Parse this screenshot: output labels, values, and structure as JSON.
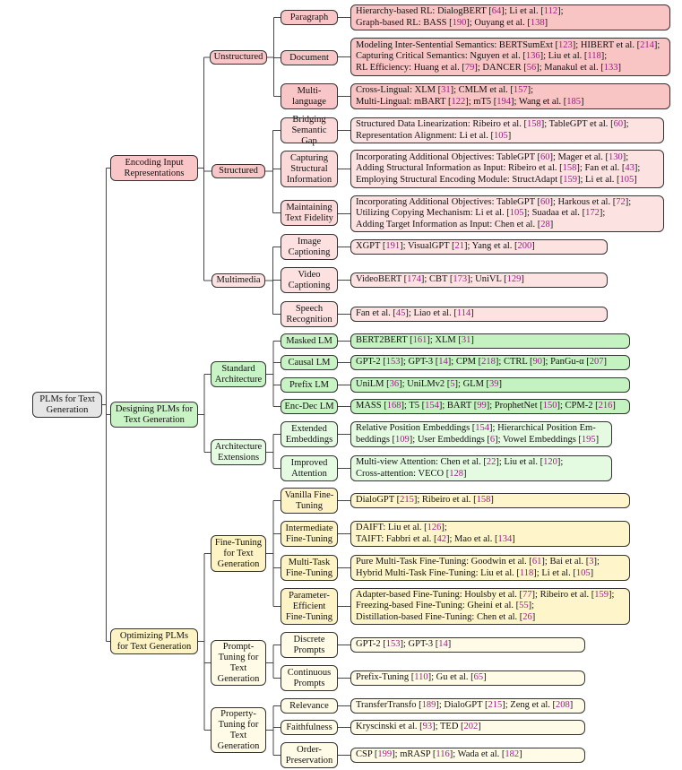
{
  "root": "PLMs for Text Generation",
  "l1": {
    "encoding": "Encoding Input Representations",
    "designing": "Designing PLMs for Text Generation",
    "optimizing": "Optimizing PLMs for Text Generation"
  },
  "l2": {
    "unstructured": "Unstructured",
    "structured": "Structured",
    "multimedia": "Multimedia",
    "standard": "Standard Architecture",
    "extensions": "Architecture Extensions",
    "finetuning": "Fine-Tuning for Text Generation",
    "prompt": "Prompt-Tuning for Text Generation",
    "property": "Property-Tuning for Text Generation"
  },
  "l3": {
    "paragraph": "Paragraph",
    "document": "Document",
    "multilanguage": "Multi-language",
    "bridging": "Bridging Semantic Gap",
    "capturing": "Capturing Structural Information",
    "maintaining": "Maintaining Text Fidelity",
    "image": "Image Captioning",
    "video": "Video Captioning",
    "speech": "Speech Recognition",
    "masked": "Masked LM",
    "causal": "Causal LM",
    "prefix": "Prefix LM",
    "encdec": "Enc-Dec LM",
    "extended": "Extended Embeddings",
    "improved": "Improved Attention",
    "vanilla": "Vanilla Fine-Tuning",
    "intermediate": "Intermediate Fine-Tuning",
    "multitask": "Multi-Task Fine-Tuning",
    "parameter": "Parameter-Efficient Fine-Tuning",
    "discrete": "Discrete Prompts",
    "continuous": "Continuous Prompts",
    "relevance": "Relevance",
    "faithfulness": "Faithfulness",
    "order": "Order-Preservation"
  },
  "leaves": {
    "paragraph": [
      "Hierarchy-based RL: DialogBERT [64]; Li et al. [112];",
      "Graph-based RL: BASS [190]; Ouyang et al. [138]"
    ],
    "document": [
      "Modeling Inter-Sentential Semantics: BERTSumExt [123]; HIBERT et al. [214];",
      "Capturing Critical Semantics: Nguyen et al. [136]; Liu et al. [118];",
      "RL Efficiency: Huang et al. [79]; DANCER [56]; Manakul et al. [133]"
    ],
    "multilanguage": [
      "Cross-Lingual: XLM [31]; CMLM et al. [157];",
      "Multi-Lingual: mBART [122]; mT5 [194]; Wang et al. [185]"
    ],
    "bridging": [
      "Structured Data Linearization: Ribeiro et al. [158]; TableGPT et al. [60];",
      "Representation Alignment: Li et al. [105]"
    ],
    "capturing": [
      "Incorporating Additional Objectives: TableGPT [60]; Mager et al. [130];",
      "Adding Structural Information as Input: Ribeiro et al. [158]; Fan et al. [43];",
      "Employing Structural Encoding Module: StructAdapt [159]; Li et al. [105]"
    ],
    "maintaining": [
      "Incorporating Additional Objectives: TableGPT [60]; Harkous et al. [72];",
      "Utilizing Copying Mechanism: Li et al. [105]; Suadaa et al. [172];",
      "Adding Target Information as Input: Chen et al. [28]"
    ],
    "image": [
      "XGPT [191]; VisualGPT [21]; Yang et al. [200]"
    ],
    "video": [
      "VideoBERT [174]; CBT [173]; UniVL [129]"
    ],
    "speech": [
      "Fan et al. [45]; Liao et al. [114]"
    ],
    "masked": [
      "BERT2BERT [161]; XLM [31]"
    ],
    "causal": [
      "GPT-2 [153]; GPT-3 [14]; CPM [218]; CTRL [90]; PanGu-α [207]"
    ],
    "prefix": [
      "UniLM [36]; UniLMv2 [5]; GLM [39]"
    ],
    "encdec": [
      "MASS [168]; T5 [154]; BART [99]; ProphetNet [150]; CPM-2 [216]"
    ],
    "extended": [
      "Relative Position Embeddings [154]; Hierarchical Position Em-",
      "beddings [109]; User Embeddings [6]; Vowel Embeddings [195]"
    ],
    "improved": [
      "Multi-view Attention: Chen et al. [22]; Liu et al. [120];",
      "Cross-attention: VECO [128]"
    ],
    "vanilla": [
      "DialoGPT [215]; Ribeiro et al. [158]"
    ],
    "intermediate": [
      "DAIFT: Liu et al. [126];",
      "TAIFT: Fabbri et al. [42]; Mao et al. [134]"
    ],
    "multitask": [
      "Pure Multi-Task Fine-Tuning: Goodwin et al. [61]; Bai et al. [3];",
      "Hybrid Multi-Task Fine-Tuning: Liu et al. [118]; Li et al. [105]"
    ],
    "parameter": [
      "Adapter-based Fine-Tuning: Houlsby et al. [77]; Ribeiro et al. [159];",
      "Freezing-based Fine-Tuning: Gheini et al. [55];",
      "Distillation-based Fine-Tuning: Chen et al. [26]"
    ],
    "discrete": [
      "GPT-2 [153]; GPT-3 [14]"
    ],
    "continuous": [
      "Prefix-Tuning [110]; Gu et al. [65]"
    ],
    "relevance": [
      "TransferTransfo [189]; DialoGPT [215]; Zeng et al. [208]"
    ],
    "faithfulness": [
      "Kryscinski et al. [93]; TED [202]"
    ],
    "order": [
      "CSP [199]; mRASP [116]; Wada et al. [182]"
    ]
  },
  "colors": {
    "line": "#333333",
    "red": "#f8c6c6",
    "green": "#c8f3c4",
    "yellow": "#fdf3c4",
    "reference": "#9b1d8a"
  }
}
